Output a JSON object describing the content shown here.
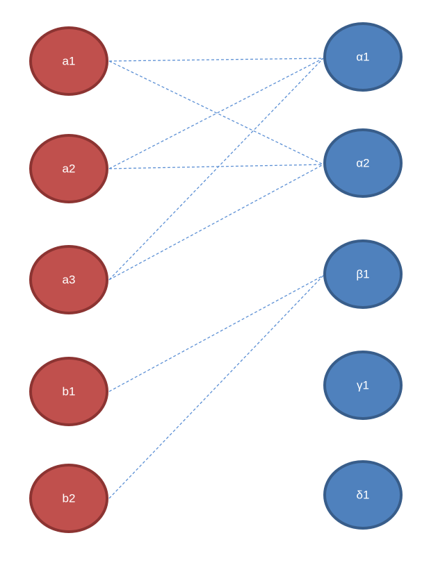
{
  "colors": {
    "left_fill": "#c0504d",
    "left_stroke": "#8c3432",
    "right_fill": "#4f81bd",
    "right_stroke": "#385d8a",
    "edge": "#5b8fd4"
  },
  "left_nodes": [
    {
      "id": "a1",
      "label": "a1"
    },
    {
      "id": "a2",
      "label": "a2"
    },
    {
      "id": "a3",
      "label": "a3"
    },
    {
      "id": "b1",
      "label": "b1"
    },
    {
      "id": "b2",
      "label": "b2"
    }
  ],
  "right_nodes": [
    {
      "id": "alpha1",
      "label": "α1"
    },
    {
      "id": "alpha2",
      "label": "α2"
    },
    {
      "id": "beta1",
      "label": "β1"
    },
    {
      "id": "gamma1",
      "label": "γ1"
    },
    {
      "id": "delta1",
      "label": "δ1"
    }
  ],
  "edges": [
    [
      "a1",
      "alpha1"
    ],
    [
      "a1",
      "alpha2"
    ],
    [
      "a2",
      "alpha1"
    ],
    [
      "a2",
      "alpha2"
    ],
    [
      "a3",
      "alpha1"
    ],
    [
      "a3",
      "alpha2"
    ],
    [
      "b1",
      "beta1"
    ],
    [
      "b2",
      "beta1"
    ]
  ]
}
